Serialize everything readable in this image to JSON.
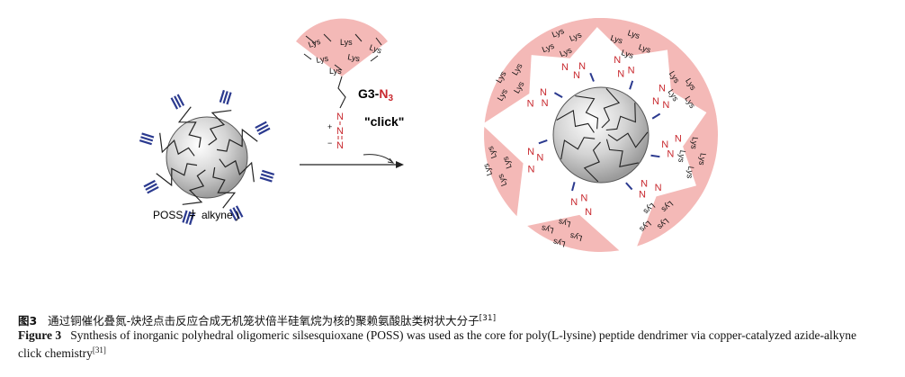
{
  "figure": {
    "left_label_prefix": "POSS",
    "left_label_suffix": "alkyne )",
    "reagent_label": "G3-",
    "reagent_label_red": "N",
    "reagent_label_sub": "3",
    "reaction_label": "\"click\"",
    "branch_unit": "Lys",
    "azide_atom": "N",
    "azide_plus": "+",
    "azide_minus": "−",
    "colors": {
      "sector": "#f4b9b7",
      "azide": "#c8282e",
      "alkyne": "#2b3a8f",
      "sphere": "#c9c9c9"
    }
  },
  "caption": {
    "cn_label": "图3",
    "cn_text": "通过铜催化叠氮-炔烃点击反应合成无机笼状倍半硅氧烷为核的聚赖氨酸肽类树状大分子",
    "cn_ref": "[31]",
    "en_label": "Figure 3",
    "en_text": "Synthesis of inorganic polyhedral oligomeric silsesquioxane (POSS) was used as the core for poly(L-lysine) peptide dendrimer via copper-catalyzed azide-alkyne click chemistry",
    "en_ref": "[31]"
  }
}
